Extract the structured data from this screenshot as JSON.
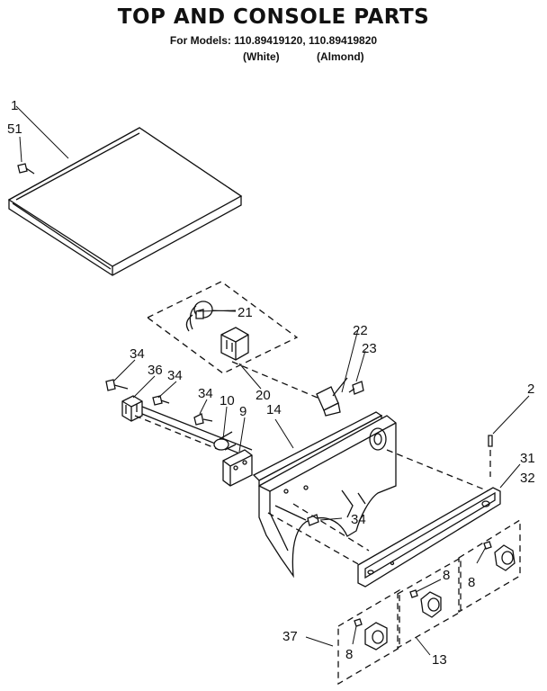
{
  "header": {
    "title": "TOP AND CONSOLE PARTS",
    "models": "For Models: 110.89419120, 110.89419820",
    "variant_white": "(White)",
    "variant_almond": "(Almond)"
  },
  "callouts": {
    "c1": "1",
    "c51": "51",
    "c21": "21",
    "c22": "22",
    "c23": "23",
    "c20": "20",
    "c2": "2",
    "c34a": "34",
    "c36": "36",
    "c34b": "34",
    "c34c": "34",
    "c10": "10",
    "c9": "9",
    "c14": "14",
    "c31": "31",
    "c32": "32",
    "c34d": "34",
    "c8a": "8",
    "c8b": "8",
    "c8c": "8",
    "c37": "37",
    "c13": "13"
  }
}
